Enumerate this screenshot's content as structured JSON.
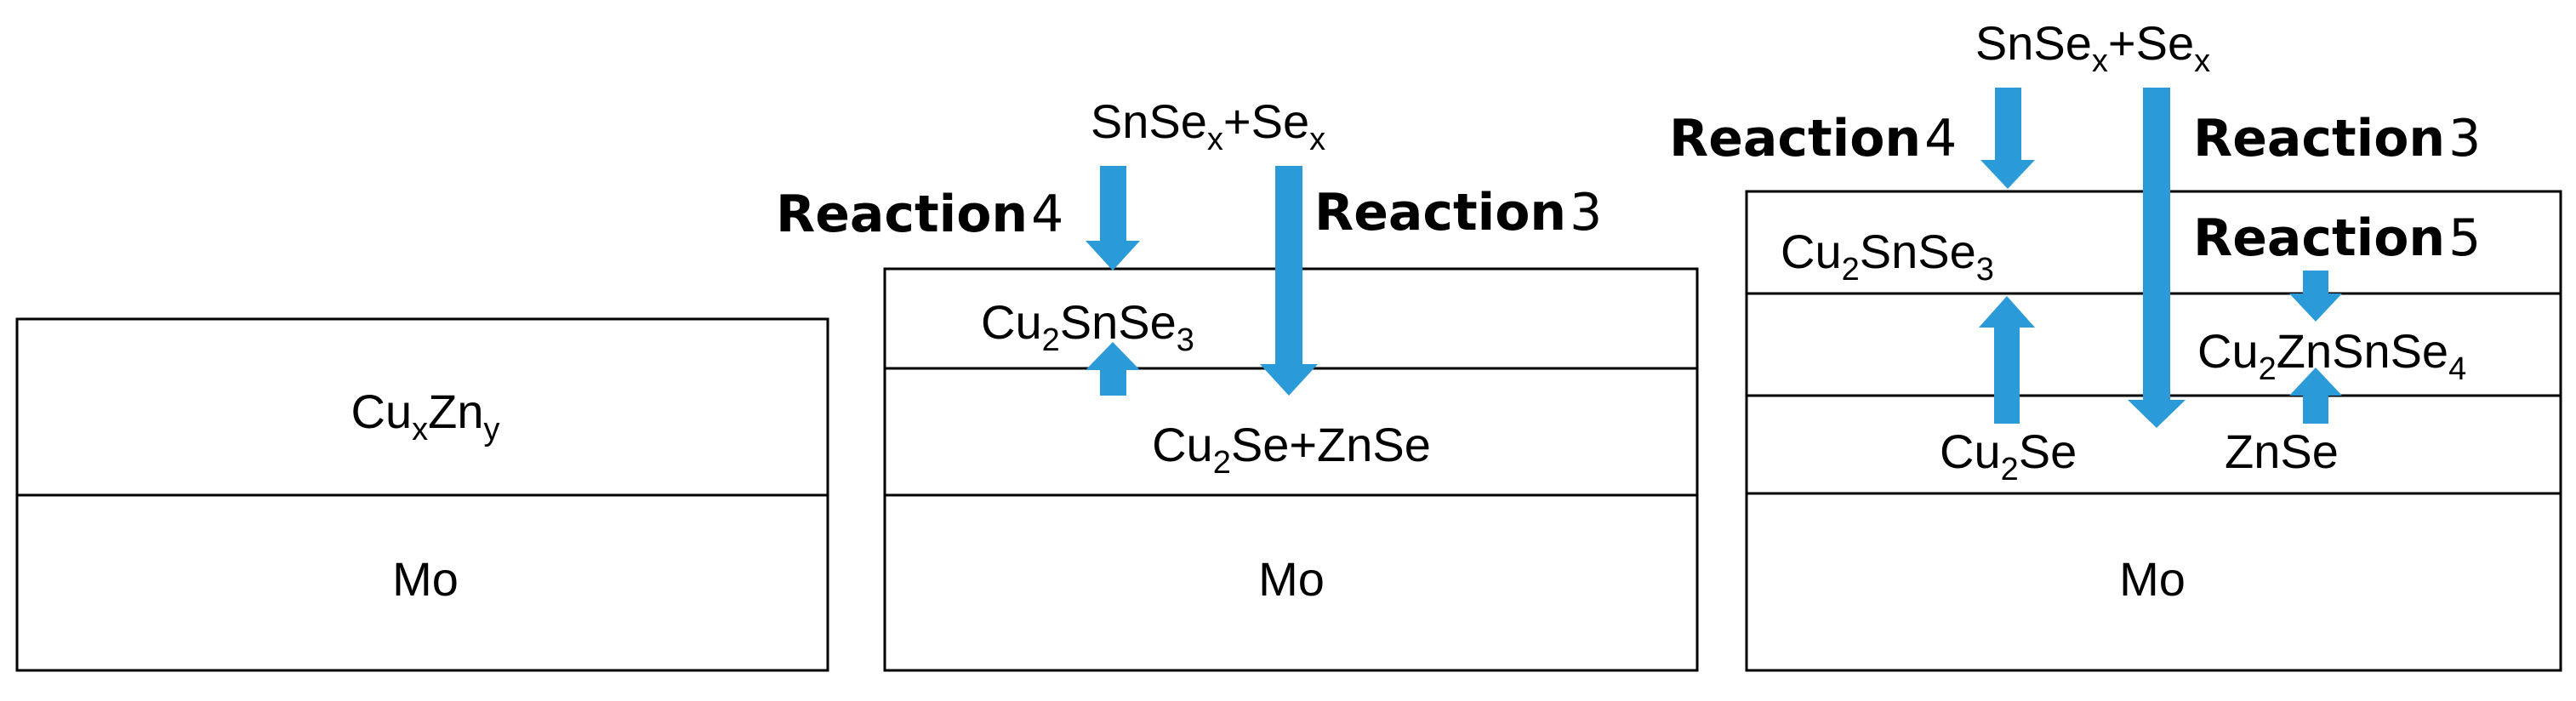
{
  "colors": {
    "arrow": "#2a9ad8",
    "line": "#000000",
    "background": "#ffffff"
  },
  "panels": [
    {
      "layers": [
        {
          "text": [
            {
              "t": "Cu"
            },
            {
              "t": "x",
              "sub": true
            },
            {
              "t": "Zn"
            },
            {
              "t": "y",
              "sub": true
            }
          ]
        },
        {
          "text": [
            {
              "t": "Mo"
            }
          ]
        }
      ]
    },
    {
      "source": [
        {
          "t": "SnSe"
        },
        {
          "t": "x",
          "sub": true
        },
        {
          "t": "+Se"
        },
        {
          "t": "x",
          "sub": true
        }
      ],
      "reactions": [
        {
          "word": "Reaction",
          "num": "4"
        },
        {
          "word": "Reaction",
          "num": "3"
        }
      ],
      "layers": [
        {
          "text": [
            {
              "t": "Cu"
            },
            {
              "t": "2",
              "sub": true
            },
            {
              "t": "SnSe"
            },
            {
              "t": "3",
              "sub": true
            }
          ]
        },
        {
          "text": [
            {
              "t": "Cu"
            },
            {
              "t": "2",
              "sub": true
            },
            {
              "t": "Se+ZnSe"
            }
          ]
        },
        {
          "text": [
            {
              "t": "Mo"
            }
          ]
        }
      ]
    },
    {
      "source": [
        {
          "t": "SnSe"
        },
        {
          "t": "x",
          "sub": true
        },
        {
          "t": "+Se"
        },
        {
          "t": "x",
          "sub": true
        }
      ],
      "reactions": [
        {
          "word": "Reaction",
          "num": "4"
        },
        {
          "word": "Reaction",
          "num": "3"
        },
        {
          "word": "Reaction",
          "num": "5"
        }
      ],
      "layers": [
        {
          "text": [
            {
              "t": "Cu"
            },
            {
              "t": "2",
              "sub": true
            },
            {
              "t": "SnSe"
            },
            {
              "t": "3",
              "sub": true
            }
          ]
        },
        {
          "text": [
            {
              "t": "Cu"
            },
            {
              "t": "2",
              "sub": true
            },
            {
              "t": "ZnSnSe"
            },
            {
              "t": "4",
              "sub": true
            }
          ]
        },
        {
          "text": [
            {
              "t": "Cu"
            },
            {
              "t": "2",
              "sub": true
            },
            {
              "t": "Se"
            }
          ]
        },
        {
          "text": [
            {
              "t": "ZnSe"
            }
          ]
        },
        {
          "text": [
            {
              "t": "Mo"
            }
          ]
        }
      ]
    }
  ]
}
